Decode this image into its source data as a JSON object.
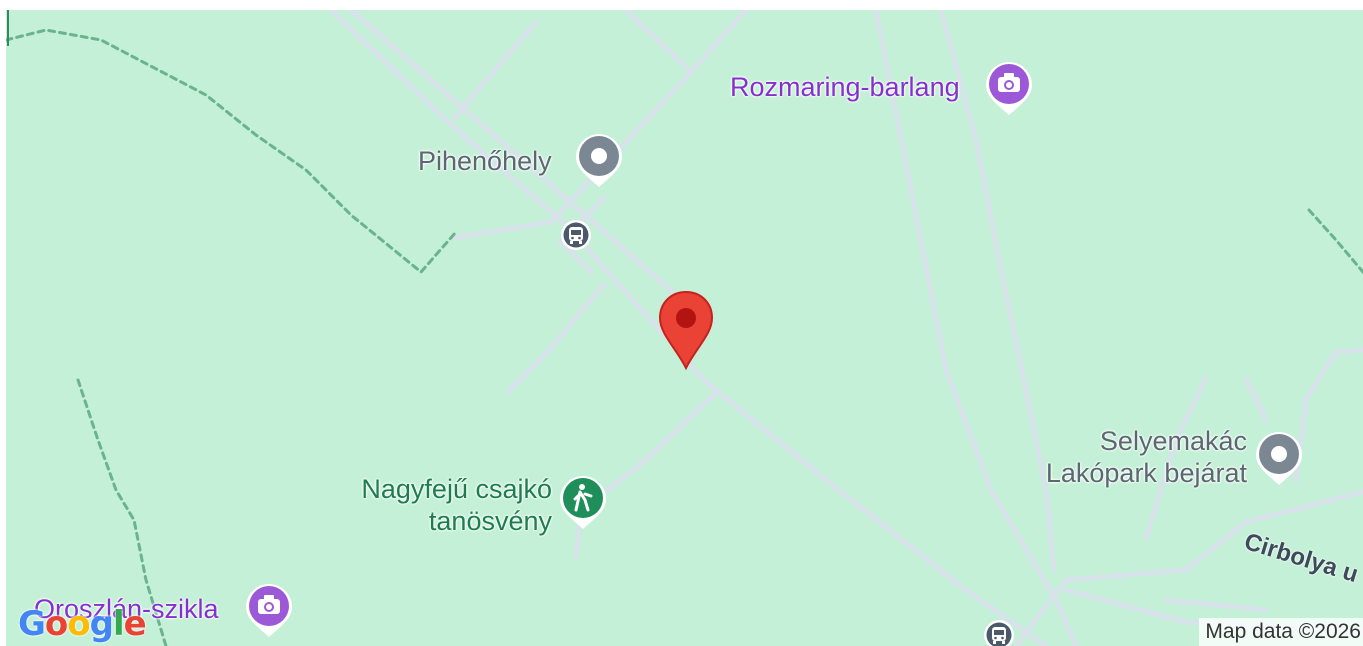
{
  "map": {
    "provider": "Google",
    "attribution": "Map data ©2026",
    "colors": {
      "land": "#c3f0d6",
      "road": "#d7e2ea",
      "trail": "#69b38f",
      "marker": "#ea4335"
    },
    "pois": [
      {
        "name": "Rozmaring-barlang",
        "icon": "camera-icon",
        "color": "#9b59d8"
      },
      {
        "name": "Pihenőhely",
        "icon": "place-icon",
        "color": "#7b8894"
      },
      {
        "name": "Nagyfejű csajkó",
        "name_line2": "tanösvény",
        "icon": "hiking-icon",
        "color": "#1e8f5a"
      },
      {
        "name": "Selyemakác",
        "name_line2": "Lakópark bejárat",
        "icon": "place-icon",
        "color": "#7b8894"
      },
      {
        "name": "Oroszlán-szikla",
        "icon": "camera-icon",
        "color": "#9b59d8"
      }
    ],
    "road_labels": [
      {
        "name": "Cirbolya u"
      }
    ],
    "transit_stops": [
      {
        "icon": "bus-icon"
      },
      {
        "icon": "bus-icon"
      }
    ],
    "marker": {
      "icon": "map-pin-icon"
    },
    "logo": {
      "letters": [
        "G",
        "o",
        "o",
        "g",
        "l",
        "e"
      ]
    }
  }
}
